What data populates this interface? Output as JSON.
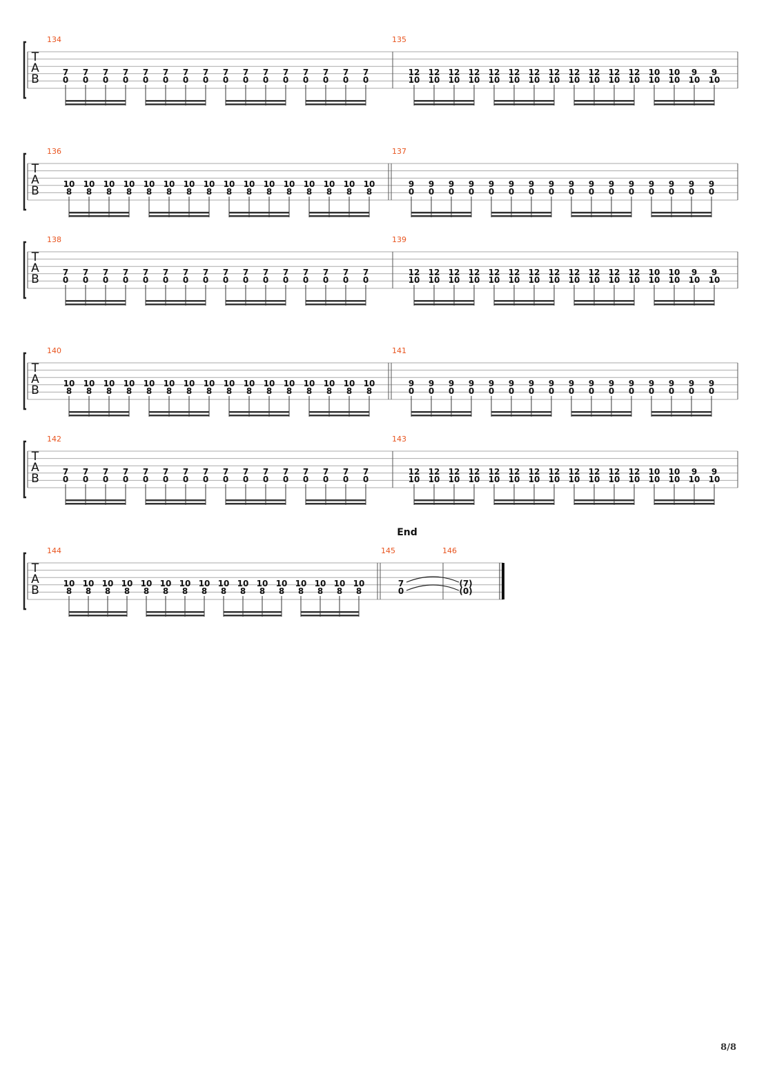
{
  "document": {
    "type": "guitar-tab",
    "page_number": "8/8",
    "tab_label": [
      "T",
      "A",
      "B"
    ],
    "end_marker": "End",
    "colors": {
      "measure_number": "#e8541f",
      "lines": "#aaaaaa",
      "notes": "#111111"
    }
  },
  "systems": [
    {
      "measures": [
        {
          "number": "134",
          "chords": [
            [
              "7",
              "0"
            ],
            [
              "7",
              "0"
            ],
            [
              "7",
              "0"
            ],
            [
              "7",
              "0"
            ],
            [
              "7",
              "0"
            ],
            [
              "7",
              "0"
            ],
            [
              "7",
              "0"
            ],
            [
              "7",
              "0"
            ],
            [
              "7",
              "0"
            ],
            [
              "7",
              "0"
            ],
            [
              "7",
              "0"
            ],
            [
              "7",
              "0"
            ],
            [
              "7",
              "0"
            ],
            [
              "7",
              "0"
            ],
            [
              "7",
              "0"
            ],
            [
              "7",
              "0"
            ]
          ]
        },
        {
          "number": "135",
          "chords": [
            [
              "12",
              "10"
            ],
            [
              "12",
              "10"
            ],
            [
              "12",
              "10"
            ],
            [
              "12",
              "10"
            ],
            [
              "12",
              "10"
            ],
            [
              "12",
              "10"
            ],
            [
              "12",
              "10"
            ],
            [
              "12",
              "10"
            ],
            [
              "12",
              "10"
            ],
            [
              "12",
              "10"
            ],
            [
              "12",
              "10"
            ],
            [
              "12",
              "10"
            ],
            [
              "10",
              "10"
            ],
            [
              "10",
              "10"
            ],
            [
              "9",
              "10"
            ],
            [
              "9",
              "10"
            ]
          ]
        }
      ]
    },
    {
      "measures": [
        {
          "number": "136",
          "chords": [
            [
              "10",
              "8"
            ],
            [
              "10",
              "8"
            ],
            [
              "10",
              "8"
            ],
            [
              "10",
              "8"
            ],
            [
              "10",
              "8"
            ],
            [
              "10",
              "8"
            ],
            [
              "10",
              "8"
            ],
            [
              "10",
              "8"
            ],
            [
              "10",
              "8"
            ],
            [
              "10",
              "8"
            ],
            [
              "10",
              "8"
            ],
            [
              "10",
              "8"
            ],
            [
              "10",
              "8"
            ],
            [
              "10",
              "8"
            ],
            [
              "10",
              "8"
            ],
            [
              "10",
              "8"
            ]
          ]
        },
        {
          "number": "137",
          "chords": [
            [
              "9",
              "0"
            ],
            [
              "9",
              "0"
            ],
            [
              "9",
              "0"
            ],
            [
              "9",
              "0"
            ],
            [
              "9",
              "0"
            ],
            [
              "9",
              "0"
            ],
            [
              "9",
              "0"
            ],
            [
              "9",
              "0"
            ],
            [
              "9",
              "0"
            ],
            [
              "9",
              "0"
            ],
            [
              "9",
              "0"
            ],
            [
              "9",
              "0"
            ],
            [
              "9",
              "0"
            ],
            [
              "9",
              "0"
            ],
            [
              "9",
              "0"
            ],
            [
              "9",
              "0"
            ]
          ]
        }
      ]
    },
    {
      "measures": [
        {
          "number": "138",
          "chords": [
            [
              "7",
              "0"
            ],
            [
              "7",
              "0"
            ],
            [
              "7",
              "0"
            ],
            [
              "7",
              "0"
            ],
            [
              "7",
              "0"
            ],
            [
              "7",
              "0"
            ],
            [
              "7",
              "0"
            ],
            [
              "7",
              "0"
            ],
            [
              "7",
              "0"
            ],
            [
              "7",
              "0"
            ],
            [
              "7",
              "0"
            ],
            [
              "7",
              "0"
            ],
            [
              "7",
              "0"
            ],
            [
              "7",
              "0"
            ],
            [
              "7",
              "0"
            ],
            [
              "7",
              "0"
            ]
          ]
        },
        {
          "number": "139",
          "chords": [
            [
              "12",
              "10"
            ],
            [
              "12",
              "10"
            ],
            [
              "12",
              "10"
            ],
            [
              "12",
              "10"
            ],
            [
              "12",
              "10"
            ],
            [
              "12",
              "10"
            ],
            [
              "12",
              "10"
            ],
            [
              "12",
              "10"
            ],
            [
              "12",
              "10"
            ],
            [
              "12",
              "10"
            ],
            [
              "12",
              "10"
            ],
            [
              "12",
              "10"
            ],
            [
              "10",
              "10"
            ],
            [
              "10",
              "10"
            ],
            [
              "9",
              "10"
            ],
            [
              "9",
              "10"
            ]
          ]
        }
      ]
    },
    {
      "measures": [
        {
          "number": "140",
          "chords": [
            [
              "10",
              "8"
            ],
            [
              "10",
              "8"
            ],
            [
              "10",
              "8"
            ],
            [
              "10",
              "8"
            ],
            [
              "10",
              "8"
            ],
            [
              "10",
              "8"
            ],
            [
              "10",
              "8"
            ],
            [
              "10",
              "8"
            ],
            [
              "10",
              "8"
            ],
            [
              "10",
              "8"
            ],
            [
              "10",
              "8"
            ],
            [
              "10",
              "8"
            ],
            [
              "10",
              "8"
            ],
            [
              "10",
              "8"
            ],
            [
              "10",
              "8"
            ],
            [
              "10",
              "8"
            ]
          ]
        },
        {
          "number": "141",
          "chords": [
            [
              "9",
              "0"
            ],
            [
              "9",
              "0"
            ],
            [
              "9",
              "0"
            ],
            [
              "9",
              "0"
            ],
            [
              "9",
              "0"
            ],
            [
              "9",
              "0"
            ],
            [
              "9",
              "0"
            ],
            [
              "9",
              "0"
            ],
            [
              "9",
              "0"
            ],
            [
              "9",
              "0"
            ],
            [
              "9",
              "0"
            ],
            [
              "9",
              "0"
            ],
            [
              "9",
              "0"
            ],
            [
              "9",
              "0"
            ],
            [
              "9",
              "0"
            ],
            [
              "9",
              "0"
            ]
          ]
        }
      ]
    },
    {
      "measures": [
        {
          "number": "142",
          "chords": [
            [
              "7",
              "0"
            ],
            [
              "7",
              "0"
            ],
            [
              "7",
              "0"
            ],
            [
              "7",
              "0"
            ],
            [
              "7",
              "0"
            ],
            [
              "7",
              "0"
            ],
            [
              "7",
              "0"
            ],
            [
              "7",
              "0"
            ],
            [
              "7",
              "0"
            ],
            [
              "7",
              "0"
            ],
            [
              "7",
              "0"
            ],
            [
              "7",
              "0"
            ],
            [
              "7",
              "0"
            ],
            [
              "7",
              "0"
            ],
            [
              "7",
              "0"
            ],
            [
              "7",
              "0"
            ]
          ]
        },
        {
          "number": "143",
          "chords": [
            [
              "12",
              "10"
            ],
            [
              "12",
              "10"
            ],
            [
              "12",
              "10"
            ],
            [
              "12",
              "10"
            ],
            [
              "12",
              "10"
            ],
            [
              "12",
              "10"
            ],
            [
              "12",
              "10"
            ],
            [
              "12",
              "10"
            ],
            [
              "12",
              "10"
            ],
            [
              "12",
              "10"
            ],
            [
              "12",
              "10"
            ],
            [
              "12",
              "10"
            ],
            [
              "10",
              "10"
            ],
            [
              "10",
              "10"
            ],
            [
              "9",
              "10"
            ],
            [
              "9",
              "10"
            ]
          ]
        }
      ]
    },
    {
      "measures": [
        {
          "number": "144",
          "chords": [
            [
              "10",
              "8"
            ],
            [
              "10",
              "8"
            ],
            [
              "10",
              "8"
            ],
            [
              "10",
              "8"
            ],
            [
              "10",
              "8"
            ],
            [
              "10",
              "8"
            ],
            [
              "10",
              "8"
            ],
            [
              "10",
              "8"
            ],
            [
              "10",
              "8"
            ],
            [
              "10",
              "8"
            ],
            [
              "10",
              "8"
            ],
            [
              "10",
              "8"
            ],
            [
              "10",
              "8"
            ],
            [
              "10",
              "8"
            ],
            [
              "10",
              "8"
            ],
            [
              "10",
              "8"
            ]
          ]
        },
        {
          "number": "145",
          "chords": [
            [
              "7",
              "0"
            ]
          ]
        },
        {
          "number": "146",
          "chords": [
            [
              "(7)",
              "(0)"
            ]
          ]
        }
      ]
    }
  ]
}
